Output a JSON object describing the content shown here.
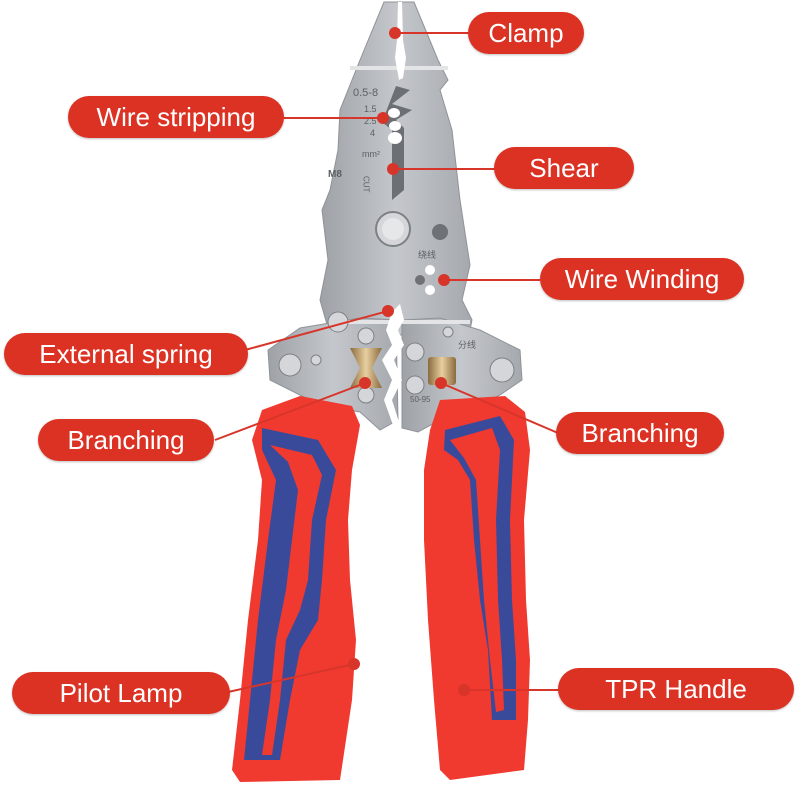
{
  "diagram": {
    "subject": "Multi-function wire stripper pliers",
    "colors": {
      "label_bg": "#dc3224",
      "label_text": "#ffffff",
      "leader": "#d8352a",
      "steel": "#b5b8bc",
      "handle_red": "#f03a30",
      "handle_blue": "#3a4a9a",
      "brass": "#c9a46a"
    },
    "callouts": [
      {
        "id": "clamp",
        "text": "Clamp"
      },
      {
        "id": "wire-stripping",
        "text": "Wire stripping"
      },
      {
        "id": "shear",
        "text": "Shear"
      },
      {
        "id": "wire-winding",
        "text": "Wire Winding"
      },
      {
        "id": "external-spring",
        "text": "External spring"
      },
      {
        "id": "branching-left",
        "text": "Branching"
      },
      {
        "id": "branching-right",
        "text": "Branching"
      },
      {
        "id": "pilot-lamp",
        "text": "Pilot Lamp"
      },
      {
        "id": "tpr-handle",
        "text": "TPR Handle"
      }
    ],
    "etchings": {
      "range": "0.5-8",
      "gauge_1": "1.5",
      "gauge_2": "2.5",
      "gauge_3": "4",
      "unit": "mm²",
      "thread": "M8",
      "cut": "CUT",
      "winding_cn": "绕线",
      "branching_cn": "分线",
      "branch_range": "50-95"
    }
  }
}
